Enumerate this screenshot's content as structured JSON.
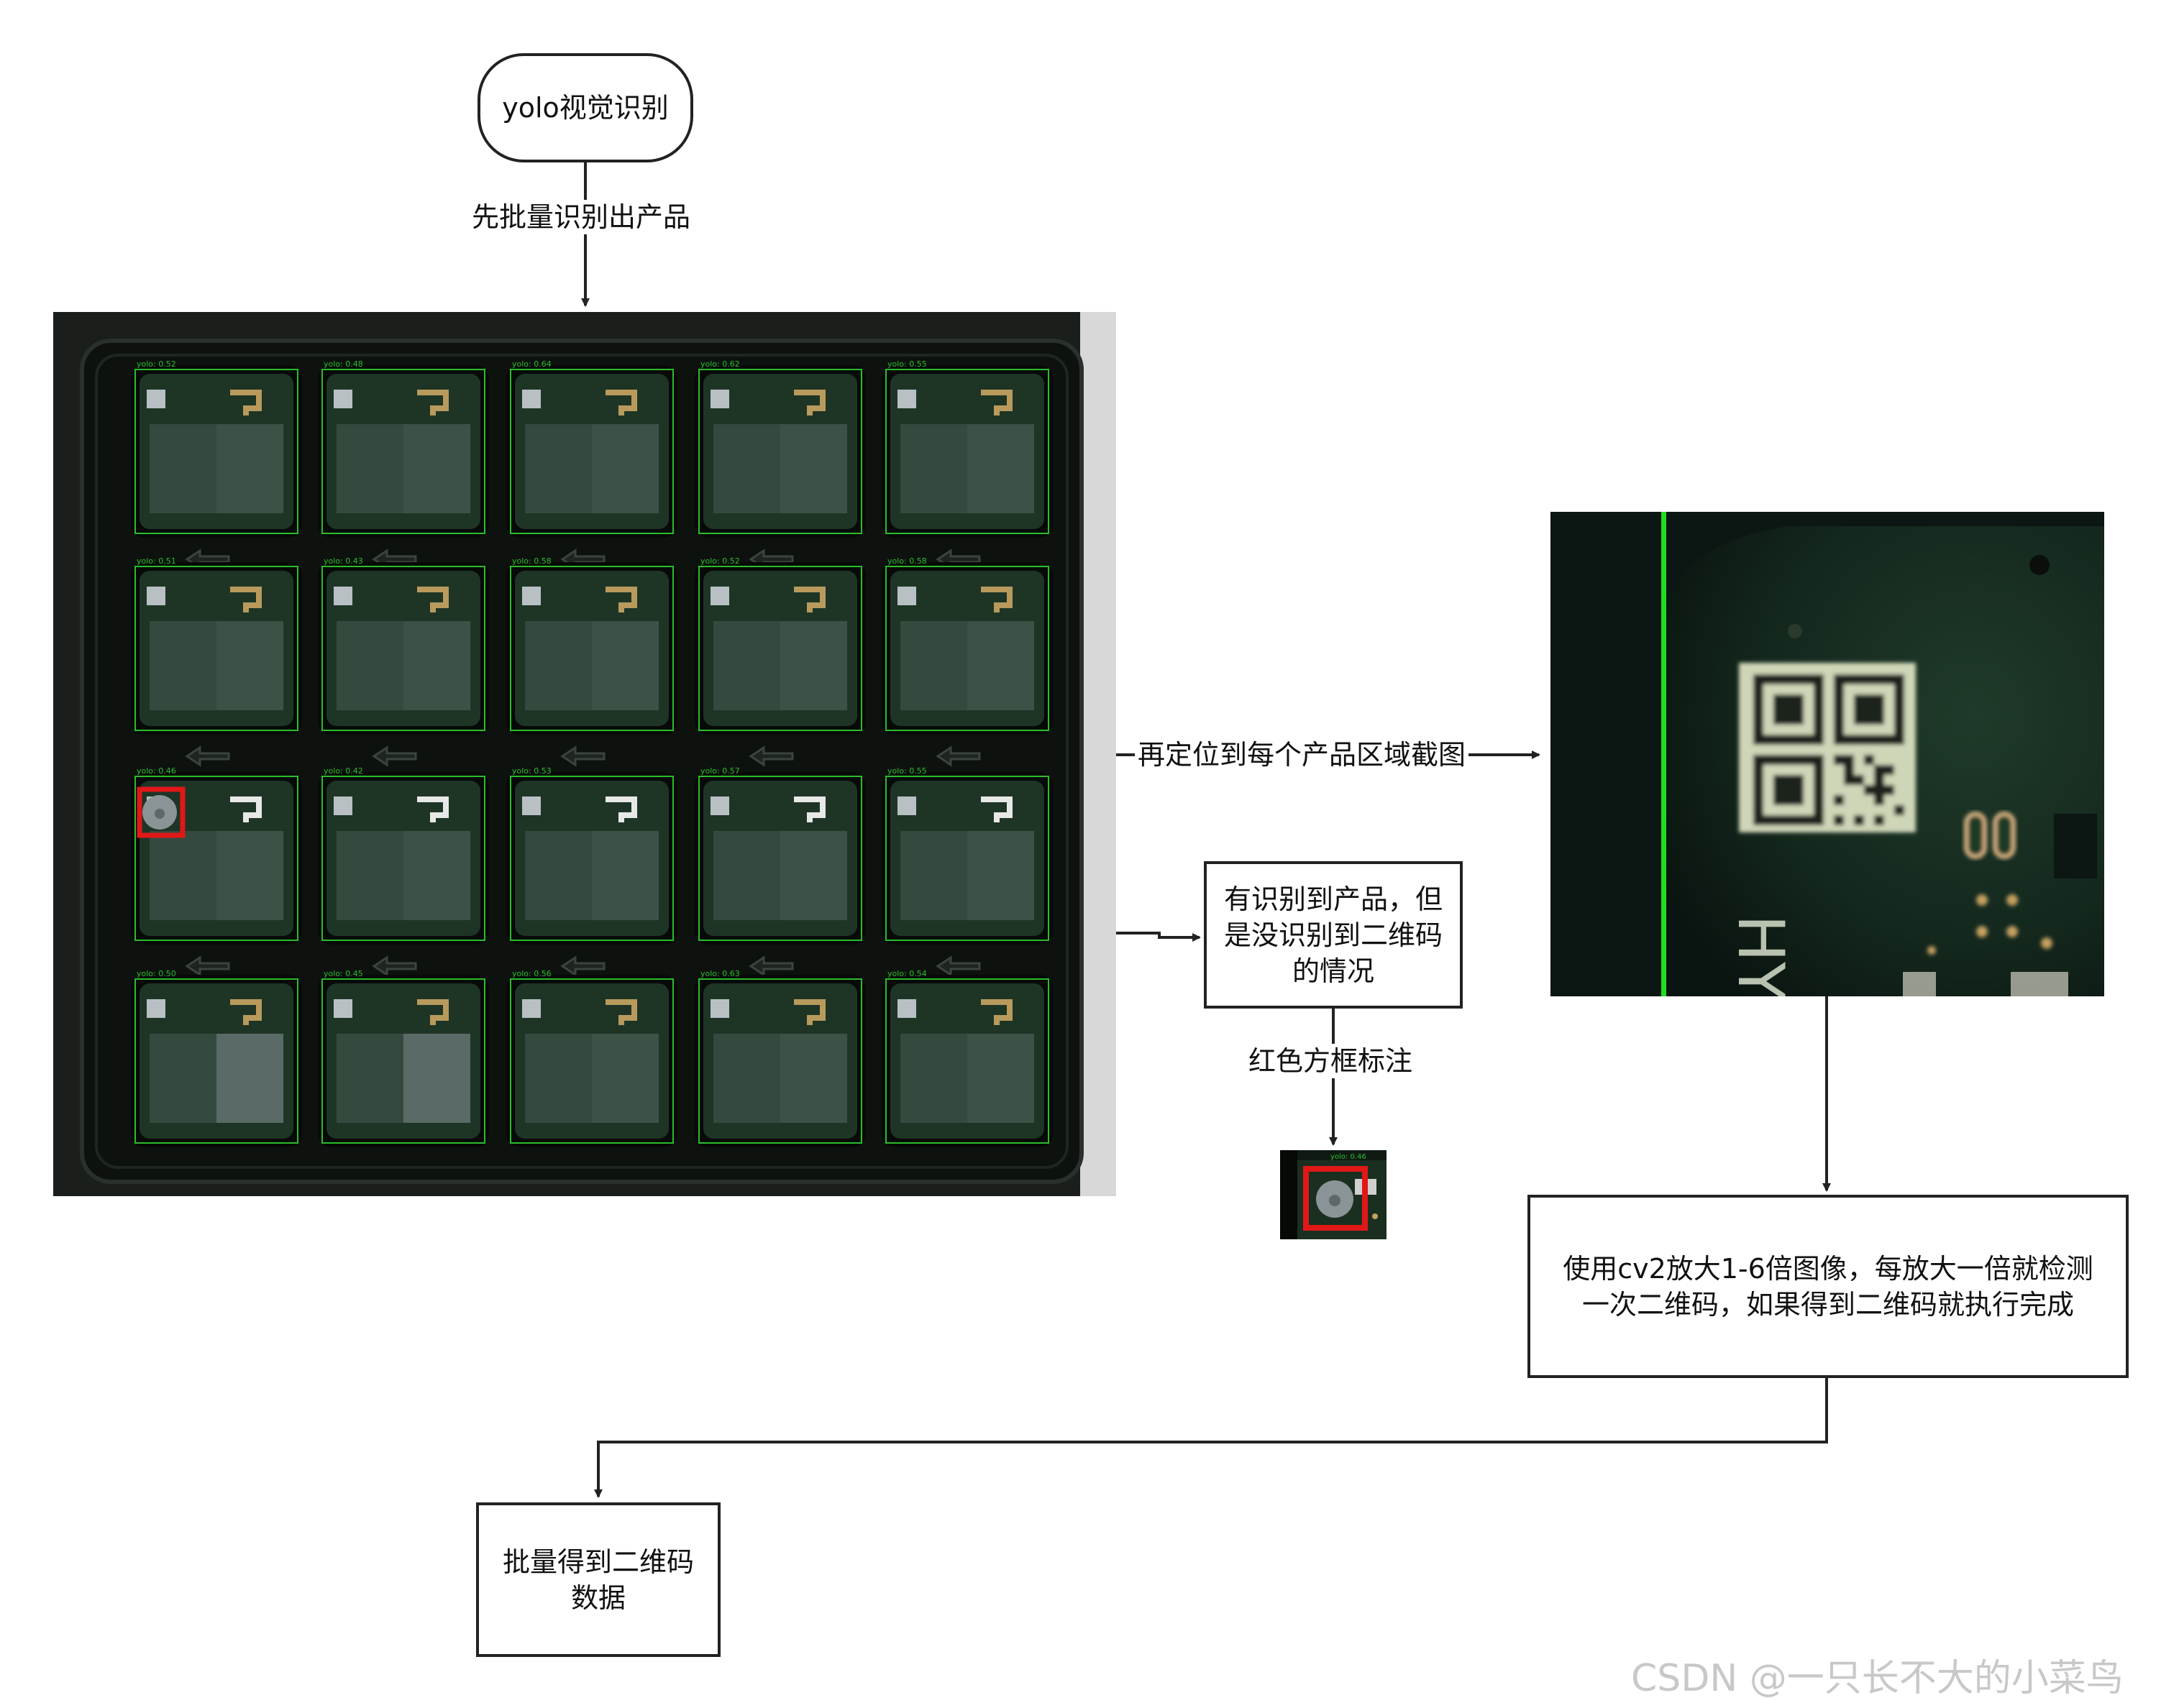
{
  "start_node": {
    "label": "yolo视觉识别"
  },
  "edge_batch": {
    "label": "先批量识别出产品"
  },
  "edge_crop": {
    "label": "再定位到每个产品区域截图"
  },
  "no_qr_node": {
    "label": "有识别到产品，但是没识别到二维码的情况"
  },
  "edge_mark": {
    "label": "红色方框标注"
  },
  "zoom_node": {
    "label": "使用cv2放大1-6倍图像，每放大一倍就检测一次二维码，如果得到二维码就执行完成"
  },
  "end_node": {
    "label": "批量得到二维码数据"
  },
  "tray": {
    "rows": 4,
    "cols": 5,
    "scores": [
      [
        "yolo: 0.52",
        "yolo: 0.48",
        "yolo: 0.64",
        "yolo: 0.62",
        "yolo: 0.55"
      ],
      [
        "yolo: 0.51",
        "yolo: 0.43",
        "yolo: 0.58",
        "yolo: 0.52",
        "yolo: 0.58"
      ],
      [
        "yolo: 0.46",
        "yolo: 0.42",
        "yolo: 0.53",
        "yolo: 0.57",
        "yolo: 0.55"
      ],
      [
        "yolo: 0.50",
        "yolo: 0.45",
        "yolo: 0.56",
        "yolo: 0.63",
        "yolo: 0.54"
      ]
    ],
    "flagged_cell": [
      2,
      0
    ],
    "detection_color": "#2bbd2b",
    "flag_color": "#e01818"
  },
  "crop_thumb": {
    "score": "yolo: 0.46"
  },
  "zoom_image": {
    "silkscreen": "HY"
  },
  "watermark": "CSDN @一只长不大的小菜鸟",
  "colors": {
    "line": "#222222",
    "detection": "#2bbd2b",
    "flag": "#e01818"
  }
}
